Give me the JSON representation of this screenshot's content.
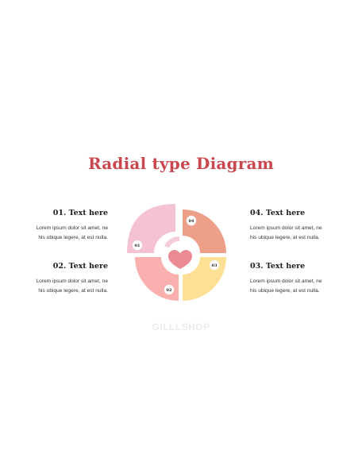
{
  "title": "Radial type Diagram",
  "items": [
    {
      "heading": "01. Text here",
      "line1": "Lorem ipsum dolor sit amet, ne",
      "line2": "his ubique legere, at est nulla.",
      "badge": "01"
    },
    {
      "heading": "02. Text here",
      "line1": "Lorem ipsum dolor sit amet, ne",
      "line2": "his ubique legere, at est nulla.",
      "badge": "02"
    },
    {
      "heading": "03. Text here",
      "line1": "Lorem ipsum dolor sit amet, ne",
      "line2": "his ubique legere, at est nulla.",
      "badge": "03"
    },
    {
      "heading": "04. Text here",
      "line1": "Lorem ipsum dolor sit amet, ne",
      "line2": "his ubique legere, at est nulla.",
      "badge": "04"
    }
  ],
  "watermark": "GILLLSHOP",
  "colors": {
    "title": "#c9474f",
    "segment_01": "#f4c2d4",
    "segment_02": "#f9b0ae",
    "segment_03": "#fde096",
    "segment_04": "#ee9f8a",
    "heart": "#e98a94"
  }
}
